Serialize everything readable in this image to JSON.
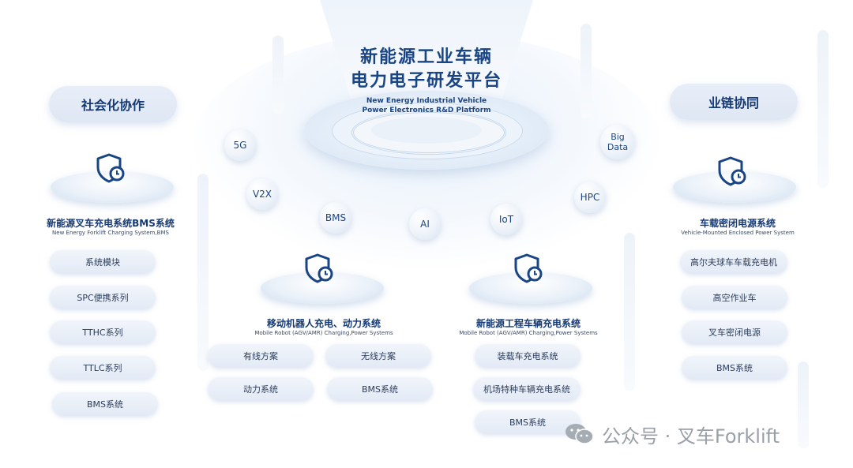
{
  "platform": {
    "title_line1": "新能源工业车辆",
    "title_line2": "电力电子研发平台",
    "subtitle_line1": "New Energy Industrial Vehicle",
    "subtitle_line2": "Power Electronics R&D Platform"
  },
  "tech_orbs": [
    "5G",
    "V2X",
    "BMS",
    "AI",
    "IoT",
    "HPC",
    "Big Data"
  ],
  "left_header": "社会化协作",
  "right_header": "业链协同",
  "systems": [
    {
      "title": "新能源叉车充电系统BMS系统",
      "subtitle": "New Energy Forklift Charging System,BMS",
      "items": [
        "系统模块",
        "SPC便携系列",
        "TTHC系列",
        "TTLC系列",
        "BMS系统"
      ]
    },
    {
      "title": "移动机器人充电、动力系统",
      "subtitle": "Mobile Robot (AGV/AMR) Charging,Power Systems",
      "items": [
        "有线方案",
        "无线方案",
        "动力系统",
        "BMS系统"
      ]
    },
    {
      "title": "新能源工程车辆充电系统",
      "subtitle": "Mobile Robot (AGV/AMR) Charging,Power Systems",
      "items": [
        "装载车充电系统",
        "机场特种车辆充电系统",
        "BMS系统"
      ]
    },
    {
      "title": "车载密闭电源系统",
      "subtitle": "Vehicle-Mounted Enclosed Power System",
      "items": [
        "高尔夫球车车载充电机",
        "高空作业车",
        "叉车密闭电源",
        "BMS系统"
      ]
    }
  ],
  "watermark": {
    "text": "公众号 · 叉车Forklift",
    "icon": "wechat-icon"
  },
  "colors": {
    "accent": "#1a4585",
    "pill": "#e3eaf5",
    "watermark": "#9aa0a8"
  }
}
